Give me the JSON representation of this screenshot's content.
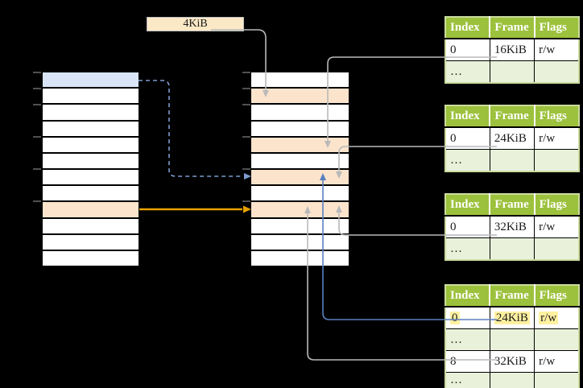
{
  "label_box": {
    "text": "4KiB"
  },
  "columns": {
    "left": {
      "rows": [
        "blue",
        "white",
        "white",
        "white",
        "white",
        "white",
        "white",
        "white",
        "orange",
        "white",
        "white",
        "white"
      ]
    },
    "middle": {
      "rows": [
        "white",
        "orange",
        "white",
        "white",
        "orange",
        "white",
        "orange",
        "white",
        "orange",
        "white",
        "white",
        "white"
      ]
    }
  },
  "tick_positions": [
    90,
    110,
    130,
    170,
    210,
    250
  ],
  "tables": [
    {
      "headers": [
        "Index",
        "Frame",
        "Flags"
      ],
      "rows": [
        {
          "cells": [
            "0",
            "16KiB",
            "r/w"
          ],
          "style": "white",
          "highlight": false
        },
        {
          "cells": [
            "…",
            "",
            ""
          ],
          "style": "green",
          "highlight": false
        }
      ]
    },
    {
      "headers": [
        "Index",
        "Frame",
        "Flags"
      ],
      "rows": [
        {
          "cells": [
            "0",
            "24KiB",
            "r/w"
          ],
          "style": "white",
          "highlight": false
        },
        {
          "cells": [
            "…",
            "",
            ""
          ],
          "style": "green",
          "highlight": false
        }
      ]
    },
    {
      "headers": [
        "Index",
        "Frame",
        "Flags"
      ],
      "rows": [
        {
          "cells": [
            "0",
            "32KiB",
            "r/w"
          ],
          "style": "white",
          "highlight": false
        },
        {
          "cells": [
            "…",
            "",
            ""
          ],
          "style": "green",
          "highlight": false
        }
      ]
    },
    {
      "headers": [
        "Index",
        "Frame",
        "Flags"
      ],
      "rows": [
        {
          "cells": [
            "0",
            "24KiB",
            "r/w"
          ],
          "style": "white",
          "highlight": true
        },
        {
          "cells": [
            "…",
            "",
            ""
          ],
          "style": "green",
          "highlight": false
        },
        {
          "cells": [
            "8",
            "32KiB",
            "r/w"
          ],
          "style": "white",
          "highlight": false
        },
        {
          "cells": [
            "…",
            "",
            ""
          ],
          "style": "green",
          "highlight": false
        }
      ]
    }
  ],
  "connectors": [
    {
      "from": "page-size-label",
      "to": "middle-row-2",
      "style": "gray-solid"
    },
    {
      "from": "left-row-1",
      "to": "middle-row-7",
      "style": "blue-dashed"
    },
    {
      "from": "left-row-9",
      "to": "middle-row-9",
      "style": "orange-solid"
    },
    {
      "from": "table-1-row-0",
      "to": "middle-row-5",
      "style": "gray-solid"
    },
    {
      "from": "table-2-row-0",
      "to": "middle-row-7",
      "style": "gray-solid"
    },
    {
      "from": "table-3-row-0",
      "to": "middle-row-9",
      "style": "gray-solid"
    },
    {
      "from": "table-4-row-0",
      "to": "middle-row-7",
      "style": "blue-solid"
    },
    {
      "from": "table-4-row-8",
      "to": "middle-row-9",
      "style": "gray-solid"
    }
  ],
  "colors": {
    "background": "#000000",
    "table_header_green": "#9CC13C",
    "table_row_green": "#E9F1DA",
    "table_border_green": "#CBDC9E",
    "highlight_yellow": "#FFF1A0",
    "row_orange": "#FCE4CC",
    "row_blue": "#D9E5F6",
    "label_box_cream": "#FBE8C6",
    "arrow_orange": "#E8A000",
    "arrow_blue": "#5B7FBF",
    "arrow_blue_dashed": "#7E9CD0",
    "line_gray": "#B9B9B9",
    "tick_gray": "#7F7F7F"
  }
}
